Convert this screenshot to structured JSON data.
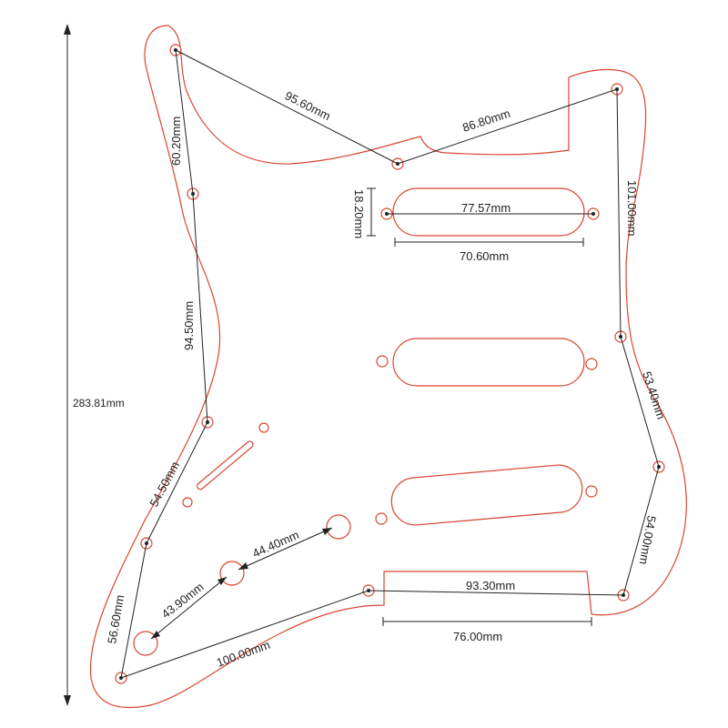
{
  "colors": {
    "outline": "#d8452f",
    "dimension": "#222222",
    "label": "#222222"
  },
  "dimensions": {
    "overall_height": "283.81mm",
    "top_left_to_notch": "95.60mm",
    "notch_to_top_right": "86.80mm",
    "left_upper_edge": "60.20mm",
    "left_mid_edge": "94.50mm",
    "left_lower_edge": "54.50mm",
    "bottom_left_edge": "56.60mm",
    "bottom_edge": "100.00mm",
    "right_upper_edge": "101.00mm",
    "right_mid_edge": "53.40mm",
    "right_lower_edge": "54.00mm",
    "pickup_hole_spacing": "77.57mm",
    "pickup_width": "70.60mm",
    "pickup_height": "18.20mm",
    "knob_spacing_upper": "44.40mm",
    "knob_spacing_lower": "43.90mm",
    "bottom_screw_span": "93.30mm",
    "jack_cutout_width": "76.00mm"
  }
}
